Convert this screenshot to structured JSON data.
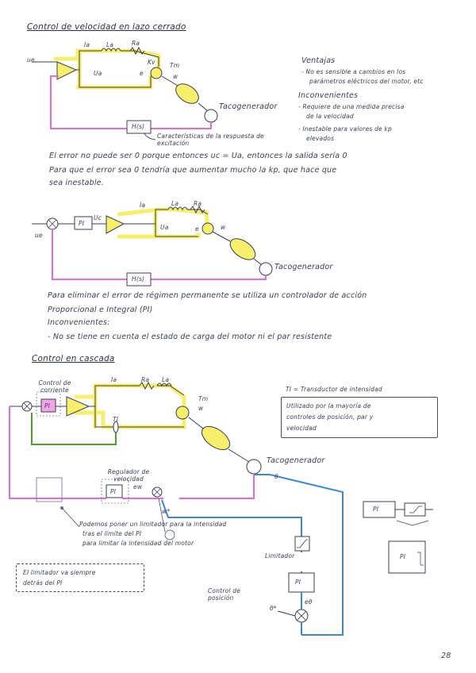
{
  "sections": {
    "s1_title": "Control de velocidad en lazo cerrado",
    "s3_title": "Control en cascada"
  },
  "diagram1": {
    "ref_input": "ue",
    "current": "Ia",
    "La": "La",
    "Ra": "Ra",
    "va": "Ua",
    "e": "e",
    "Tm": "Tm",
    "w": "w",
    "Kv": "Kv",
    "tach": "Tacogenerador",
    "feedback": "H(s)",
    "note": "Características de la respuesta de excitación"
  },
  "ventajas": {
    "title": "Ventajas",
    "items": [
      "- No es sensible a cambios en los",
      "parámetros eléctricos del motor, etc"
    ]
  },
  "inconvenientes": {
    "title": "Inconvenientes",
    "items": [
      "- Requiere de una medida precisa",
      "de la velocidad",
      "- Inestable para valores de kp",
      "elevados"
    ]
  },
  "para1": {
    "l1": "El error no puede ser 0 porque entonces uc = Ua, entonces la salida sería 0",
    "l2": "Para que el error sea 0 tendría que aumentar mucho la kp, que hace que",
    "l3": "sea inestable."
  },
  "diagram2": {
    "pi": "PI",
    "uc": "Uc",
    "ue": "ue",
    "Ia": "Ia",
    "La": "La",
    "Ra": "Ra",
    "Ua": "Ua",
    "e": "e",
    "w": "w",
    "tach": "Tacogenerador",
    "feedback": "H(s)"
  },
  "para2": {
    "l1": "Para eliminar el error de régimen permanente se utiliza un controlador de acción",
    "l2": "Proporcional e Integral (PI)",
    "l3": "Inconvenientes:",
    "l4": "- No se tiene en cuenta el estado de carga del motor ni el par resistente"
  },
  "diagram3": {
    "current_reg": "Control de corriente",
    "pi": "PI",
    "Ia": "Ia",
    "Ra": "Ra",
    "La": "La",
    "Ti": "TI",
    "Tm": "Tm",
    "w": "w",
    "tach": "Tacogenerador",
    "speed_reg": "Regulador de velocidad",
    "ew": "ew",
    "wref": "w*",
    "limiter": "Limitador",
    "pos_ctrl": "Control de posición",
    "epos": "eθ",
    "theta_ref": "θ*",
    "theta": "θ"
  },
  "ti_note": "TI = Transductor de intensidad",
  "box_use": {
    "l1": "Utilizado por la mayoría de",
    "l2": "controles de posición, par y",
    "l3": "velocidad"
  },
  "limit_note": {
    "l1": "Podemos poner un limitador para la intensidad",
    "l2": "tras el límite del PI",
    "l3": "para limitar la intensidad del motor"
  },
  "box_limit": {
    "l1": "El limitador va siempre",
    "l2": "detrás del PI"
  },
  "side": {
    "pi_a": "PI",
    "pi_b": "PI"
  },
  "page_number": "28",
  "colors": {
    "ink": "#3b3b58",
    "yellow": "#f6ef6a",
    "pink": "#e56bd6",
    "green": "#4aa12c",
    "blue": "#3a88d8"
  }
}
